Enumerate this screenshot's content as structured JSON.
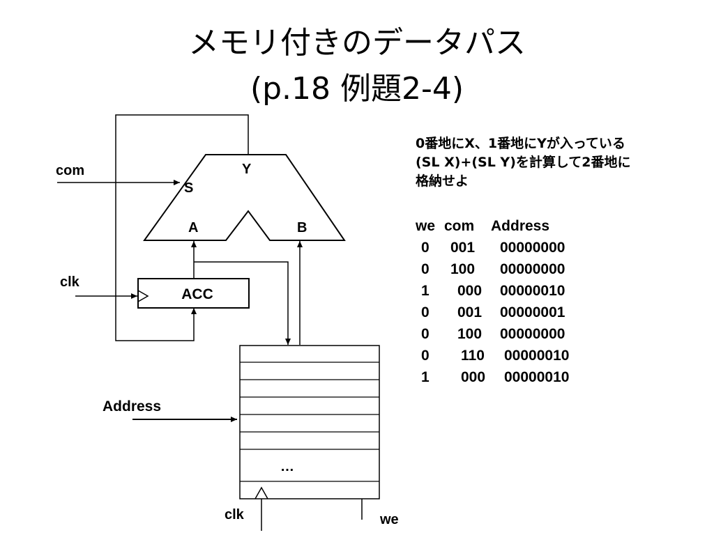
{
  "title": {
    "line1": "メモリ付きのデータパス",
    "line2": "(p.18 例題2-4)"
  },
  "diagram": {
    "alu": {
      "input_a": "A",
      "input_b": "B",
      "output": "Y",
      "select": "S"
    },
    "acc_label": "ACC",
    "com_label": "com",
    "clk_acc_label": "clk",
    "address_label": "Address",
    "memory_ellipsis": "…",
    "clk_mem_label": "clk",
    "we_label": "we"
  },
  "description": {
    "lines": [
      "0番地にX、1番地にYが入っている",
      "(SL X)+(SL Y)を計算して2番地に",
      "格納せよ"
    ]
  },
  "table": {
    "headers": [
      "we",
      "com",
      "Address"
    ],
    "rows": [
      [
        "0",
        "001",
        "00000000"
      ],
      [
        "0",
        "100",
        "00000000"
      ],
      [
        "1",
        "000",
        "00000010"
      ],
      [
        "0",
        "001",
        "00000001"
      ],
      [
        "0",
        "100",
        "00000000"
      ],
      [
        "0",
        "110",
        "00000010"
      ],
      [
        "1",
        "000",
        "00000010"
      ]
    ]
  }
}
